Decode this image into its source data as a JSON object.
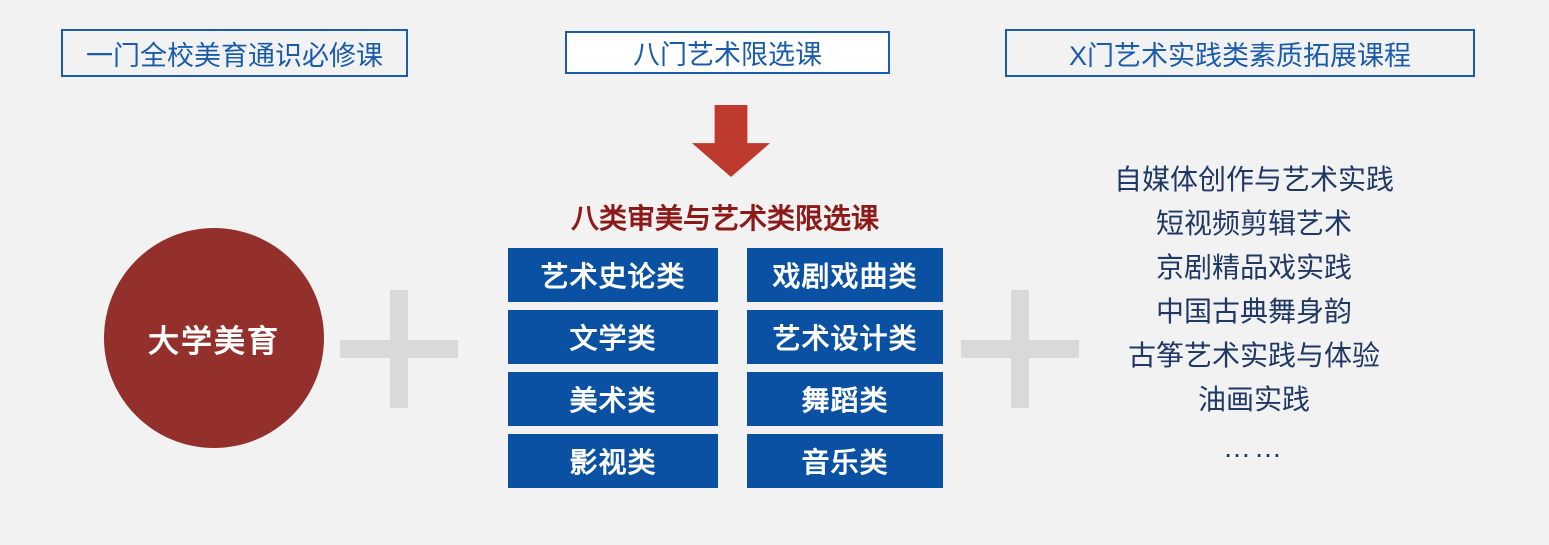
{
  "diagram": {
    "background_color": "#f2f2f2",
    "accent_blue": "#1a5cab",
    "button_blue": "#0b51a3",
    "circle_red": "#93302b",
    "arrow_red": "#bf3a2e",
    "heading_dark_red": "#8c1a18",
    "plus_grey": "#d9d9d9",
    "list_navy": "#1f3864",
    "top_boxes": [
      {
        "label": "一门全校美育通识必修课"
      },
      {
        "label": "八门艺术限选课"
      },
      {
        "label": "X门艺术实践类素质拓展课程"
      }
    ],
    "core": {
      "label": "大学美育"
    },
    "electives": {
      "heading": "八类审美与艺术类限选课",
      "columns": [
        [
          "艺术史论类",
          "文学类",
          "美术类",
          "影视类"
        ],
        [
          "戏剧戏曲类",
          "艺术设计类",
          "舞蹈类",
          "音乐类"
        ]
      ]
    },
    "practice_courses": {
      "items": [
        "自媒体创作与艺术实践",
        "短视频剪辑艺术",
        "京剧精品戏实践",
        "中国古典舞身韵",
        "古筝艺术实践与体验",
        "油画实践",
        "……"
      ]
    }
  }
}
